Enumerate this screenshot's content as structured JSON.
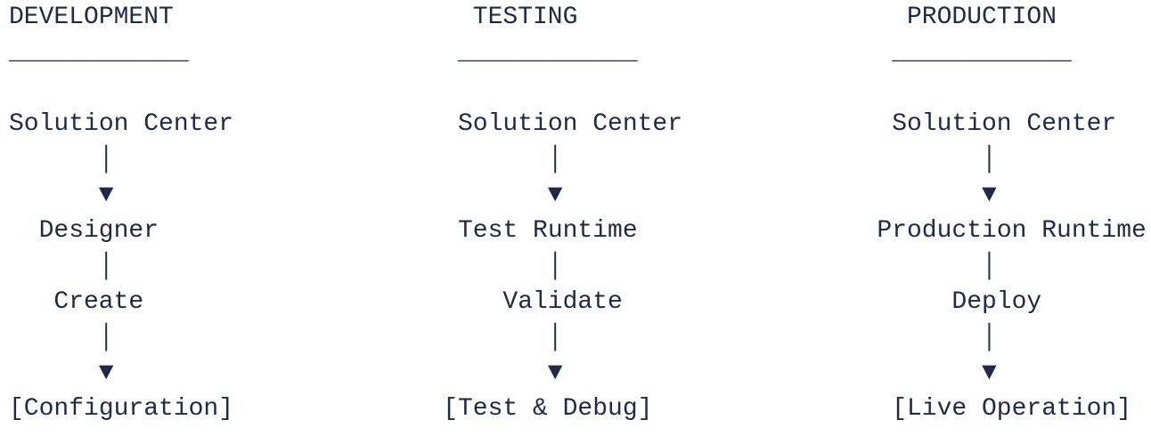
{
  "glyphs": {
    "pipe": "│",
    "arrow": "▼",
    "underline": "____________"
  },
  "columns": [
    {
      "heading": "DEVELOPMENT",
      "source": "Solution Center",
      "tool": "Designer",
      "action": "Create",
      "result": "[Configuration]"
    },
    {
      "heading": "TESTING",
      "source": "Solution Center",
      "tool": "Test Runtime",
      "action": "Validate",
      "result": "[Test & Debug]"
    },
    {
      "heading": "PRODUCTION",
      "source": "Solution Center",
      "tool": "Production Runtime",
      "action": "Deploy",
      "result": "[Live Operation]"
    }
  ]
}
